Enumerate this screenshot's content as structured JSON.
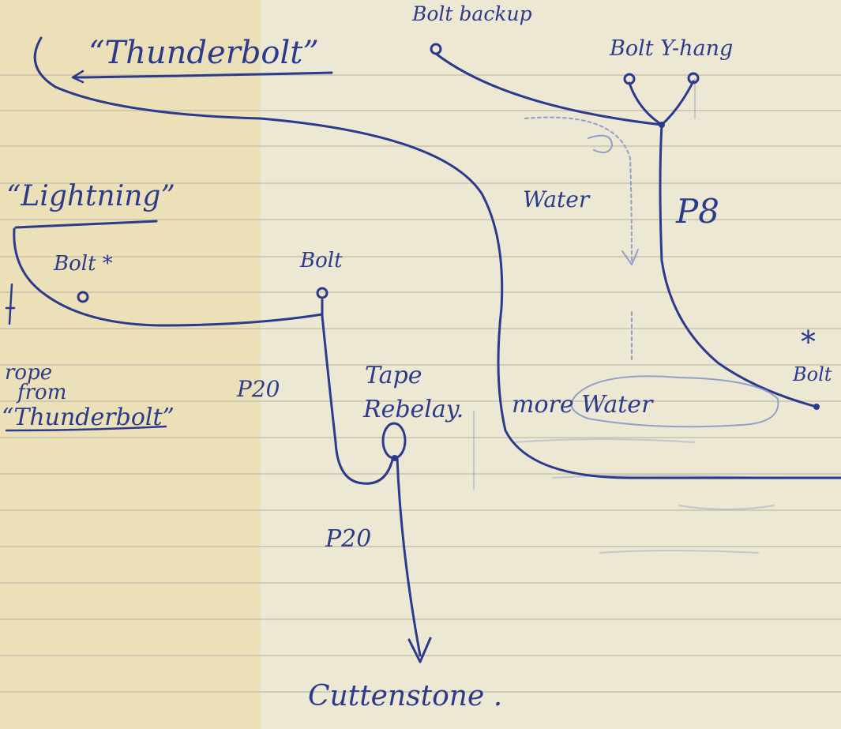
{
  "labels": {
    "bolt_backup": "Bolt backup",
    "bolt_yhang": "Bolt Y-hang",
    "thunderbolt_title": "“Thunderbolt”",
    "lightning_title": "“Lightning”",
    "bolt_star": "Bolt *",
    "bolt": "Bolt",
    "water": "Water",
    "p8": "P8",
    "p20_upper": "P20",
    "tape_rebelay_1": "Tape",
    "tape_rebelay_2": "Rebelay.",
    "more_water": "more  Water",
    "star": "*",
    "bolt_right": "Bolt",
    "rope_from_1": "rope",
    "rope_from_2": "from",
    "rope_from_3": "“Thunderbolt”",
    "p20_lower": "P20",
    "bottom": "Cuttenstone ."
  },
  "colors": {
    "paper": "#efe8cf",
    "ink": "#2c3a8c",
    "ruled_line": "#c9c3ae"
  }
}
